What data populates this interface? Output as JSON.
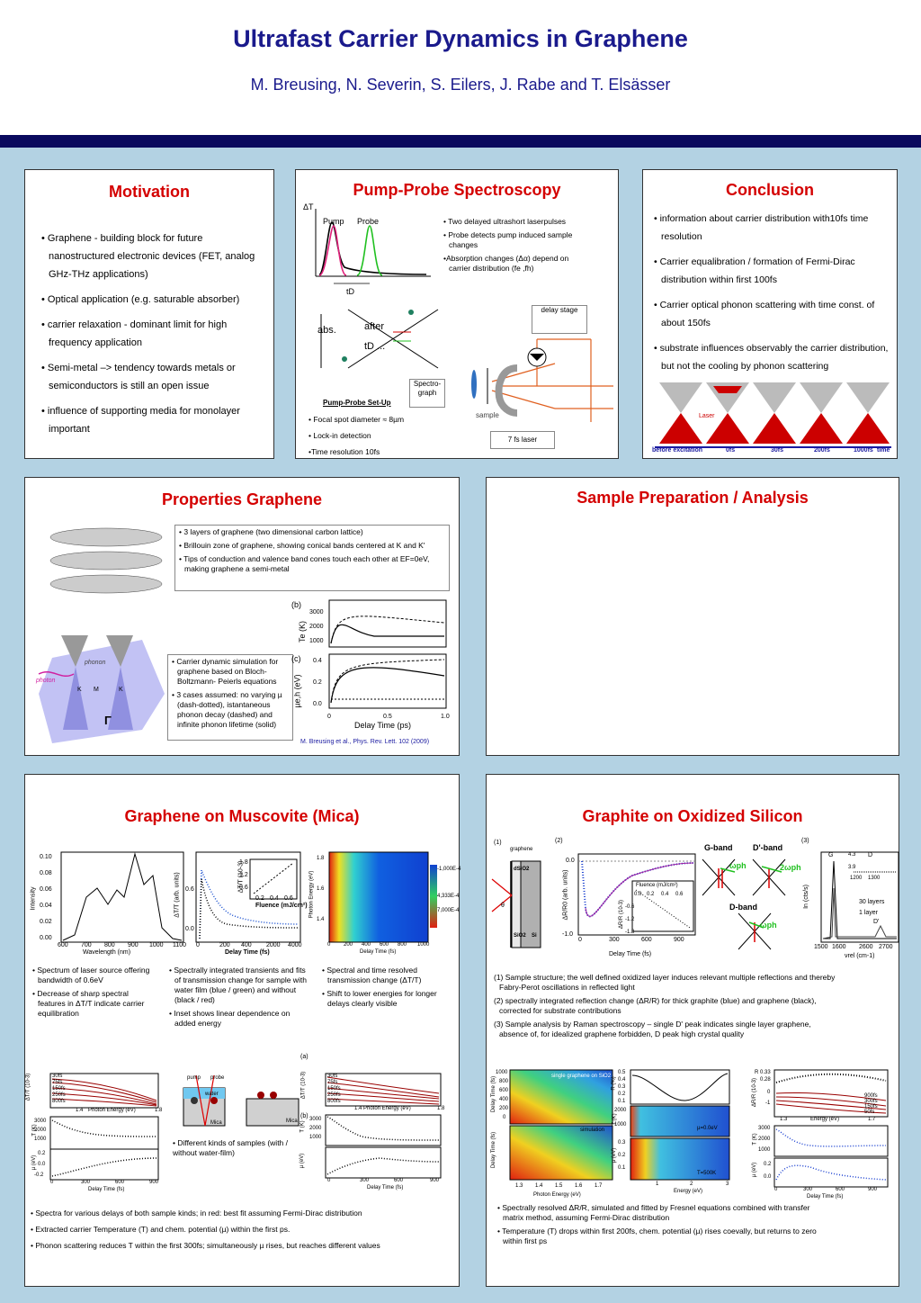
{
  "header": {
    "title": "Ultrafast Carrier Dynamics in Graphene",
    "authors": "M. Breusing, N. Severin, S. Eilers, J. Rabe and  T. Elsässer"
  },
  "motivation": {
    "title": "Motivation",
    "bullets": [
      "• Graphene - building block for future nanostructured electronic devices (FET, analog GHz-THz applications)",
      "• Optical application (e.g. saturable absorber)",
      "• carrier relaxation - dominant limit for high frequency application",
      "• Semi-metal –> tendency towards metals or semiconductors is still an open issue",
      "• influence of supporting media for monolayer important"
    ]
  },
  "pump_probe": {
    "title": "Pump-Probe Spectroscopy",
    "dt_label": "ΔT",
    "pump_label": "Pump",
    "probe_label": "Probe",
    "td_label": "tD",
    "abs_label": "abs.",
    "after_label": "after",
    "td_dots_label": "tD ...",
    "bullets": [
      "• Two delayed ultrashort laserpulses",
      "• Probe detects pump induced sample changes",
      "•Absorption changes (Δα)  depend on carrier distribution (fe ,fh)"
    ],
    "delay_stage": "delay stage",
    "spectrograph": "Spectro-graph",
    "sample_label": "sample",
    "laser_label": "7 fs laser",
    "setup_title": "Pump-Probe Set-Up",
    "setup_bullets": [
      "• Focal spot diameter ≈ 8µm",
      "• Lock-in detection",
      "•Time resolution 10fs"
    ]
  },
  "conclusion": {
    "title": "Conclusion",
    "bullets": [
      "• information about carrier distribution with10fs time resolution",
      "• Carrier equalibration / formation of Fermi-Dirac distribution within first 100fs",
      "• Carrier optical phonon scattering with time const. of about 150fs",
      "• substrate influences observably the carrier distribution, but not the cooling by phonon scattering"
    ],
    "timeline_labels": [
      "before excitation",
      "0fs",
      "30fs",
      "200fs",
      "1000fs",
      "time"
    ],
    "laser_label": "Laser"
  },
  "properties": {
    "title": "Properties Graphene",
    "bullets": [
      "• 3 layers of graphene (two dimensional carbon lattice)",
      "• Brillouin zone of graphene, showing conical bands centered at K and K'",
      "• Tips of conduction and valence band cones touch each other at EF=0eV, making graphene a semi-metal"
    ],
    "sim_bullets": [
      "• Carrier dynamic simulation for graphene  based on Bloch-Boltzmann-  Peierls  equations",
      "• 3 cases assumed: no varying µ (dash-dotted), istantaneous phonon  decay (dashed) and infinite phonon  lifetime (solid)"
    ],
    "photon_label": "photon",
    "phonon_label": "phonon",
    "k_labels": [
      "K",
      "M",
      "K"
    ],
    "gamma_label": "Γ",
    "plot_b": "(b)",
    "plot_c": "(c)",
    "te_label": "Te (K)",
    "mu_label": "µe,h (eV)",
    "xlabel": "Delay Time (ps)",
    "te_ticks": [
      "3000",
      "2000",
      "1000"
    ],
    "mu_ticks": [
      "0.4",
      "0.2",
      "0.0"
    ],
    "x_ticks": [
      "0",
      "0.5",
      "1.0"
    ],
    "citation": "M. Breusing et al., Phys. Rev. Lett. 102 (2009)"
  },
  "sample_prep": {
    "title": "Sample Preparation / Analysis"
  },
  "mica": {
    "title": "Graphene on Muscovite (Mica)",
    "spec_xlabel": "Wavelength (nm)",
    "spec_ylabel": "Intensity",
    "spec_xticks": [
      "600",
      "700",
      "800",
      "900",
      "1000",
      "1100"
    ],
    "spec_yticks": [
      "0.10",
      "0.08",
      "0.06",
      "0.04",
      "0.02",
      "0.00"
    ],
    "trans_ylabel": "ΔT/T (arb. units)",
    "trans_xlabel": "Delay Time (fs)",
    "trans_xticks": [
      "0",
      "200",
      "400",
      "2000",
      "4000"
    ],
    "trans_yticks": [
      "0.6",
      "0.0"
    ],
    "inset_ylabel": "ΔT/T (10-3)",
    "inset_xlabel": "Fluence (mJ/cm²)",
    "inset_xticks": [
      "0.2",
      "0.4",
      "0.6"
    ],
    "inset_yticks": [
      "1.8",
      "1.2",
      "0.6"
    ],
    "map_ylabel": "Photon Energy (eV)",
    "map_xlabel": "Delay Time (fs)",
    "map_xticks": [
      "0",
      "200",
      "400",
      "600",
      "800",
      "1000"
    ],
    "map_yticks": [
      "1.8",
      "1.6",
      "1.4"
    ],
    "map_legend": [
      "-1,000E-4",
      "4,333E-4",
      "7,000E-4"
    ],
    "bullets_1": [
      "•  Spectrum of laser source offering bandwidth of 0.6eV",
      "•  Decrease of sharp spectral features in ΔT/T indicate carrier equilibration"
    ],
    "bullets_2": [
      "• Spectrally integrated transients and fits of transmission change for sample with water film (blue / green) and without (black / red)",
      "• Inset shows linear dependence on added energy"
    ],
    "bullets_3": [
      "• Spectral and time resolved transmission change (ΔT/T)",
      "• Shift to lower energies for longer delays clearly visible"
    ],
    "delays": [
      "30fs",
      "75fs",
      "150fs",
      "250fs",
      "800fs"
    ],
    "pe_label": "Photon Energy (eV)",
    "pe_ticks": [
      "1.4",
      "1.8"
    ],
    "t_label": "T (K)",
    "mu_label": "µ (eV)",
    "dt_label": "Delay Time (fs)",
    "t_ticks": [
      "3000",
      "2000",
      "1000"
    ],
    "mu_ticks": [
      "0.2",
      "0.0",
      "-0.2"
    ],
    "x_ticks": [
      "0",
      "300",
      "600",
      "900"
    ],
    "dtt_label": "ΔT/T (10-3)",
    "pump_label": "pump",
    "probe_label": "probe",
    "water_label": "water",
    "mica_label": "Mica",
    "mica_label2": "Mica",
    "panel_a": "(a)",
    "panel_b": "(b)",
    "kinds_bullet": "• Different kinds of samples (with / without water-film)",
    "bottom_bullets": [
      "• Spectra for various delays of both sample kinds;  in red: best fit assuming Fermi-Dirac distribution",
      "• Extracted carrier Temperature (T) and chem. potential (µ) within the first ps.",
      "• Phonon scattering reduces T within the first 300fs; simultaneously µ rises, but reaches different values"
    ]
  },
  "silicon": {
    "title": "Graphite on Oxidized Silicon",
    "p1": "(1)",
    "p2": "(2)",
    "p3": "(3)",
    "graphene_label": "graphene",
    "dsio2_label": "dSiO2",
    "sio2_label": "SiO2",
    "si_label": "Si",
    "theta_label": "θ",
    "rr_ylabel": "ΔR/R0 (arb. units)",
    "rr_xlabel": "Delay Time (fs)",
    "rr_xticks": [
      "0",
      "300",
      "600",
      "900"
    ],
    "rr_yticks": [
      "0.0",
      "-1.0"
    ],
    "fluence_label": "Fluence (mJ/cm²)",
    "fl_xticks": [
      "0.0",
      "0.2",
      "0.4",
      "0.6"
    ],
    "fl_yticks": [
      "-0.6",
      "-1.2",
      "-1.8"
    ],
    "fl_ylabel": "ΔR/R (10-3)",
    "g_band": "G-band",
    "dp_band": "D'-band",
    "d_band": "D-band",
    "wph": "ωph",
    "wph2": "2ωph",
    "wph3": "ωph",
    "raman_ylabel": "In (cts/s)",
    "raman_xlabel": "νrel (cm-1)",
    "raman_xticks": [
      "1500",
      "1600",
      "2600",
      "2700"
    ],
    "raman_legend": [
      "30 layers",
      "1 layer"
    ],
    "raman_peaks": [
      "G",
      "D",
      "D'"
    ],
    "raman_inset": [
      "4.3",
      "3.9",
      "1200",
      "1300"
    ],
    "notes": [
      "(1)   Sample structure; the well defined oxidized layer induces relevant multiple reflections and thereby Fabry-Perot oscillations in reflected light",
      "(2)   spectrally integrated reflection change (ΔR/R) for thick graphite (blue) and graphene (black), corrected for substrate contributions",
      "(3)   Sample analysis by Raman spectroscopy – single D' peak indicates single layer graphene, absence of, for idealized graphene forbidden, D peak high crystal quality"
    ],
    "map_label1": "single graphene on SiO2",
    "map_label2": "simulation",
    "map_ylabel": "Delay Time (fs)",
    "map_xlabel": "Photon Energy (eV)",
    "map_xticks": [
      "1.3",
      "1.4",
      "1.5",
      "1.6",
      "1.7"
    ],
    "map_yticks": [
      "1000",
      "800",
      "600",
      "400",
      "200",
      "0"
    ],
    "sim_rlabel": "R (%)",
    "sim_tlabel": "T (K)",
    "sim_mulabel": "µ (eV)",
    "sim_xlabel": "Energy (eV)",
    "sim_mu0": "µ=0.0eV",
    "sim_t500": "T=500K",
    "sim_xticks": [
      "1",
      "2",
      "3"
    ],
    "sim_rticks": [
      "0.5",
      "0.4",
      "0.3",
      "0.2",
      "0.1"
    ],
    "sim_tticks": [
      "2000",
      "1000"
    ],
    "sim_muticks": [
      "0.3",
      "0.2",
      "0.1"
    ],
    "fit_ylabel": "ΔR/R (10-3)",
    "fit_r": "R",
    "fit_delays": [
      "900fs",
      "300fs",
      "150fs",
      "50fs"
    ],
    "fit_xlabel": "Energy (eV)",
    "fit_xticks": [
      "1.3",
      "1.7"
    ],
    "fit_yticks": [
      "0.33",
      "0.28",
      "0",
      "-1"
    ],
    "fit_tticks": [
      "3000",
      "2000",
      "1000"
    ],
    "fit_muticks": [
      "0.2",
      "0.0"
    ],
    "fit_dt_label": "Delay Time (fs)",
    "fit_dt_ticks": [
      "0",
      "300",
      "600",
      "900"
    ],
    "bottom_bullets": [
      "• Spectrally resolved ΔR/R, simulated and fitted by Fresnel equations combined with transfer matrix method, assuming Fermi-Dirac distribution",
      "• Temperature (T) drops within first 200fs, chem. potential (µ) rises coevally, but returns to zero within first ps"
    ]
  }
}
